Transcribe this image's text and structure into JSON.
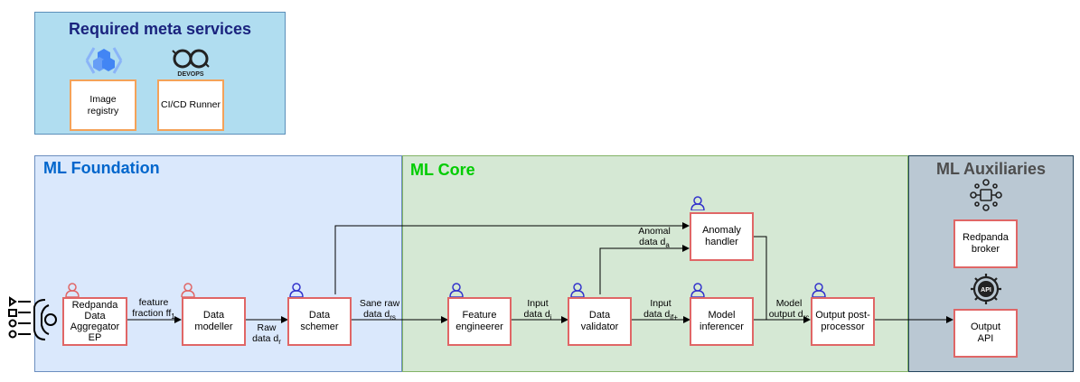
{
  "meta_services": {
    "title": "Required meta services",
    "image_registry": "Image registry",
    "cicd_runner": "CI/CD Runner",
    "devops_caption": "DEVOPS",
    "colors": {
      "fill": "#b0ddf0",
      "stroke": "#5b8fb9",
      "title": "#1a237e"
    }
  },
  "panels": {
    "foundation": {
      "title": "ML Foundation",
      "fill": "#dae8fc",
      "stroke": "#6c8ebf",
      "title_color": "#0066cc"
    },
    "core": {
      "title": "ML Core",
      "fill": "#d5e8d4",
      "stroke": "#82b366",
      "title_color": "#00cc00"
    },
    "auxiliaries": {
      "title": "ML Auxiliaries",
      "fill": "#bac8d3",
      "stroke": "#23445d",
      "title_color": "#4d4d4d"
    }
  },
  "nodes": {
    "aggregator": {
      "line1": "Redpanda",
      "line2": "Data",
      "line3": "Aggregator",
      "line4": "EP"
    },
    "modeller": "Data modeller",
    "schemer": {
      "line1": "Data",
      "line2": "schemer"
    },
    "engineer": {
      "line1": "Feature",
      "line2": "engineerer"
    },
    "validator": "Data validator",
    "anomaly": {
      "line1": "Anomaly",
      "line2": "handler"
    },
    "inferencer": {
      "line1": "Model",
      "line2": "inferencer"
    },
    "postprocessor": {
      "line1": "Output post-",
      "line2": "processor"
    },
    "broker": {
      "line1": "Redpanda",
      "line2": "broker"
    },
    "output_api": {
      "line1": "Output",
      "line2": "API"
    }
  },
  "edge_labels": {
    "feature_fraction": {
      "line1": "feature",
      "line2": "fraction ff",
      "sub": "1"
    },
    "raw_data": {
      "line1": "Raw",
      "line2": "data d",
      "sub": "r"
    },
    "sane_raw": {
      "line1": "Sane raw",
      "line2": "data d",
      "sub": "rs"
    },
    "input_di": {
      "line1": "Input",
      "line2": "data d",
      "sub": "i"
    },
    "input_dif": {
      "line1": "Input",
      "line2": "data d",
      "sub": "if+"
    },
    "anomal": {
      "line1": "Anomal",
      "line2": "data d",
      "sub": "a"
    },
    "model_output": {
      "line1": "Model",
      "line2": "output d",
      "sub": "rc"
    }
  },
  "icons": {
    "api_caption": "API",
    "user_colors": {
      "red": "#e06666",
      "blue": "#3333cc"
    }
  }
}
